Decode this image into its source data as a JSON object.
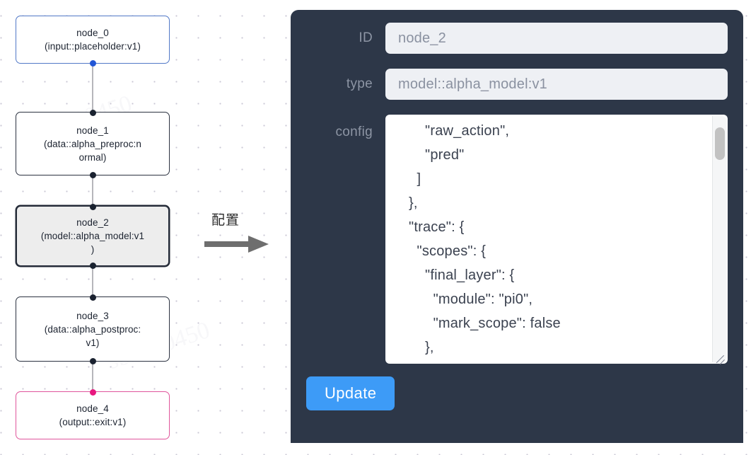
{
  "canvas": {
    "background_color": "#ffffff",
    "dot_color": "#c9c7d4",
    "watermarks": [
      "sb2510450",
      "sb2510450",
      "sb2510450"
    ]
  },
  "graph": {
    "nodes": [
      {
        "id": "node_0",
        "title": "node_0",
        "subtitle_lines": [
          "(input::placeholder:v1)"
        ],
        "border_color": "#5178c7",
        "state": "input",
        "handles": {
          "top": false,
          "bottom": true,
          "bottom_color": "#2256d6"
        }
      },
      {
        "id": "node_1",
        "title": "node_1",
        "subtitle_lines": [
          "(data::alpha_preproc:n",
          "ormal)"
        ],
        "border_color": "#2b3240",
        "state": "normal",
        "handles": {
          "top": true,
          "bottom": true,
          "top_color": "#1a2230",
          "bottom_color": "#1a2230"
        }
      },
      {
        "id": "node_2",
        "title": "node_2",
        "subtitle_lines": [
          "(model::alpha_model:v1",
          ")"
        ],
        "border_color": "#242b38",
        "state": "selected",
        "handles": {
          "top": true,
          "bottom": true,
          "top_color": "#1a2230",
          "bottom_color": "#1a2230"
        }
      },
      {
        "id": "node_3",
        "title": "node_3",
        "subtitle_lines": [
          "(data::alpha_postproc:",
          "v1)"
        ],
        "border_color": "#2b3240",
        "state": "normal",
        "handles": {
          "top": true,
          "bottom": true,
          "top_color": "#1a2230",
          "bottom_color": "#1a2230"
        }
      },
      {
        "id": "node_4",
        "title": "node_4",
        "subtitle_lines": [
          "(output::exit:v1)"
        ],
        "border_color": "#e0559b",
        "state": "output",
        "handles": {
          "top": true,
          "bottom": false,
          "top_color": "#e8187f"
        }
      }
    ],
    "edges": [
      {
        "from": "node_0",
        "to": "node_1"
      },
      {
        "from": "node_1",
        "to": "node_2"
      },
      {
        "from": "node_2",
        "to": "node_3"
      },
      {
        "from": "node_3",
        "to": "node_4"
      }
    ]
  },
  "flow": {
    "label": "配置",
    "arrow_color": "#6e6e6e",
    "direction": "right"
  },
  "panel": {
    "background_color": "#2d3748",
    "label_color": "#8d95a4",
    "fields": [
      {
        "key": "id",
        "label": "ID",
        "value": "node_2"
      },
      {
        "key": "type",
        "label": "type",
        "value": "model::alpha_model:v1"
      },
      {
        "key": "config",
        "label": "config",
        "value": "        \"raw_action\",\n        \"pred\"\n      ]\n    },\n    \"trace\": {\n      \"scopes\": {\n        \"final_layer\": {\n          \"module\": \"pi0\",\n          \"mark_scope\": false\n        },\n        \"action_model\": {"
      }
    ],
    "scrollbar": {
      "visible": true,
      "thumb_color": "#c2c2c2",
      "track_color": "#f5f6f7"
    },
    "resize_grip": true,
    "button": {
      "label": "Update",
      "color": "#3d9bf7",
      "text_color": "#ffffff"
    }
  }
}
